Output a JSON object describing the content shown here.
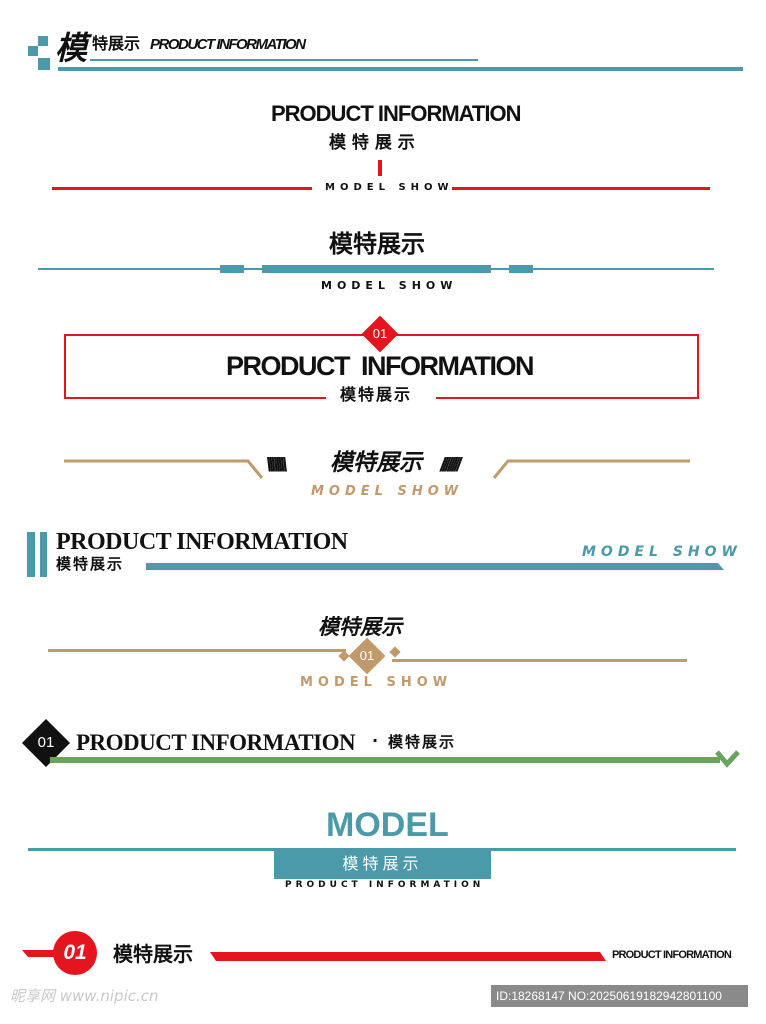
{
  "colors": {
    "teal": "#4a9aaa",
    "red": "#e5141f",
    "tan": "#c19a6b",
    "green": "#6aa35c",
    "black": "#111111"
  },
  "s1": {
    "big_char": "模",
    "cn": "特展示",
    "en": "PRODUCT INFORMATION"
  },
  "s2": {
    "en": "PRODUCT INFORMATION",
    "cn": "模 特 展 示",
    "sub": "MODEL SHOW"
  },
  "s3": {
    "cn": "模特展示",
    "sub": "MODEL SHOW"
  },
  "s4": {
    "badge": "01",
    "en": "PRODUCT  INFORMATION",
    "cn": "模特展示"
  },
  "s5": {
    "cn": "模特展示",
    "sub": "MODEL SHOW",
    "hatch": "\\\\\\\\\\\\\\\\",
    "hatch_right": "////////"
  },
  "s6": {
    "en": "PRODUCT INFORMATION",
    "cn": "模特展示",
    "sub": "MODEL SHOW"
  },
  "s7": {
    "cn": "模特展示",
    "badge": "01",
    "sub": "MODEL SHOW"
  },
  "s8": {
    "badge": "01",
    "en": "PRODUCT INFORMATION",
    "dot": "·",
    "cn": "模特展示"
  },
  "s9": {
    "title": "MODEL",
    "cn": "模特展示",
    "sub": "PRODUCT INFORMATION"
  },
  "s10": {
    "badge": "01",
    "cn": "模特展示",
    "en": "PRODUCT INFORMATION"
  },
  "watermark": {
    "site": "昵享网 www.nipic.cn",
    "id": "ID:18268147 NO:20250619182942801100"
  }
}
